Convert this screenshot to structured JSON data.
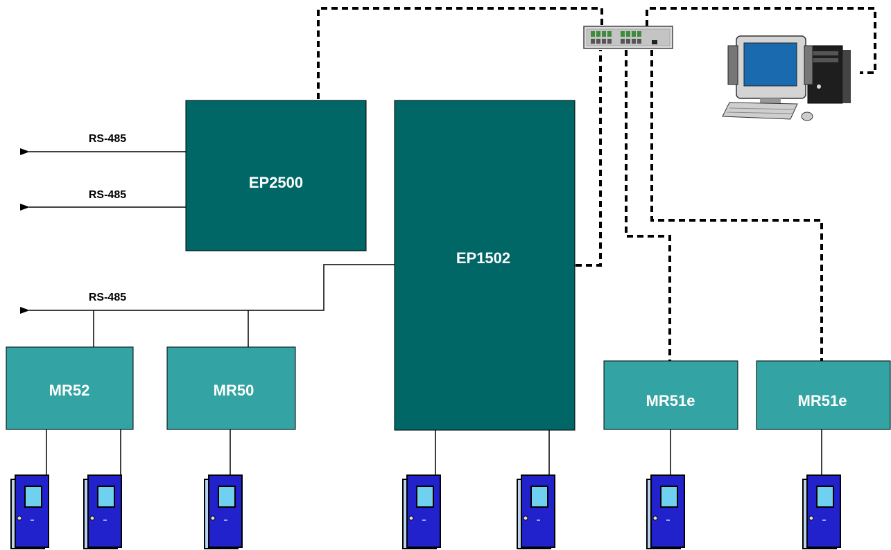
{
  "diagram": {
    "controllers": {
      "ep2500": {
        "label": "EP2500",
        "color": "#006666"
      },
      "ep1502": {
        "label": "EP1502",
        "color": "#006666"
      }
    },
    "modules": {
      "mr52": {
        "label": "MR52",
        "color": "#33a3a3"
      },
      "mr50": {
        "label": "MR50",
        "color": "#33a3a3"
      },
      "mr51e_1": {
        "label": "MR51e",
        "color": "#33a3a3"
      },
      "mr51e_2": {
        "label": "MR51e",
        "color": "#33a3a3"
      }
    },
    "buses": {
      "bus1": {
        "label": "RS-485"
      },
      "bus2": {
        "label": "RS-485"
      },
      "bus3": {
        "label": "RS-485"
      }
    },
    "icons": {
      "network_switch": "network-switch-icon",
      "workstation": "computer-workstation-icon",
      "door": "door-reader-icon"
    },
    "colors": {
      "door_blue": "#2222cc",
      "door_frame": "#aaccee",
      "line": "#000000"
    }
  }
}
